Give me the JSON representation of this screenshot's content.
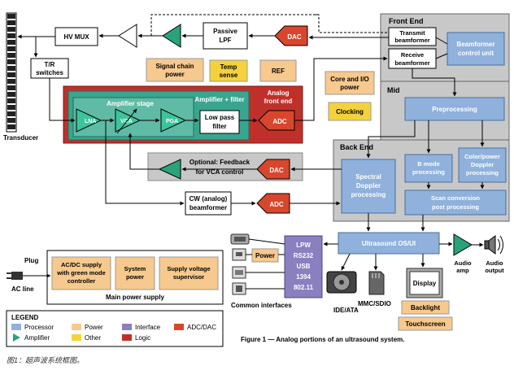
{
  "blocks": {
    "transducer": "Transducer",
    "hv_mux": "HV MUX",
    "tr_switches": [
      "T/R",
      "switches"
    ],
    "passive_lpf": [
      "Passive",
      "LPF"
    ],
    "dac_tx": "DAC",
    "signal_chain_power": [
      "Signal chain",
      "power"
    ],
    "temp_sense": [
      "Temp",
      "sense"
    ],
    "ref": "REF",
    "core_io_power": [
      "Core and I/O",
      "power"
    ],
    "clocking": "Clocking",
    "analog_front_end": [
      "Analog",
      "front end"
    ],
    "amplifier_stage": "Amplifier stage",
    "amplifier_filter": "Amplifier + filter",
    "lna": "LNA",
    "vca": "VCA",
    "pga": "PGA",
    "low_pass_filter": [
      "Low pass",
      "filter"
    ],
    "adc_afe": "ADC",
    "feedback": [
      "Optional: Feedback",
      "for VCA control"
    ],
    "dac_feedback": "DAC",
    "cw_beamformer": [
      "CW (analog)",
      "beamformer"
    ],
    "adc_cw": "ADC",
    "front_end": "Front End",
    "transmit_beamformer": [
      "Transmit",
      "beamformer"
    ],
    "receive_beamformer": [
      "Receive",
      "beamformer"
    ],
    "beamformer_control": [
      "Beamformer",
      "control unit"
    ],
    "mid": "Mid",
    "preprocessing": "Preprocessing",
    "back_end": "Back End",
    "b_mode": [
      "B mode",
      "processing"
    ],
    "color_doppler": [
      "Color/power",
      "Doppler",
      "processing"
    ],
    "spectral_doppler": [
      "Spectral",
      "Doppler",
      "processing"
    ],
    "scan_conversion": [
      "Scan conversion",
      "post processing"
    ],
    "ultrasound_os": "Ultrasound OS/UI",
    "audio_amp": [
      "Audio",
      "amp"
    ],
    "audio_output": [
      "Audio",
      "output"
    ],
    "plug": "Plug",
    "ac_line": "AC line",
    "acdc_supply": [
      "AC/DC supply",
      "with green mode",
      "controller"
    ],
    "system_power": [
      "System",
      "power"
    ],
    "supply_supervisor": [
      "Supply voltage",
      "supervisor"
    ],
    "main_power_supply": "Main power supply",
    "power": "Power",
    "interfaces": [
      "LPW",
      "RS232",
      "USB",
      "1394",
      "802.11"
    ],
    "common_interfaces": "Common interfaces",
    "ide_ata": "IDE/ATA",
    "mmc_sdio": "MMC/SDIO",
    "display": "Display",
    "backlight": "Backlight",
    "touchscreen": "Touchscreen"
  },
  "legend": {
    "title": "LEGEND",
    "items": [
      {
        "label": "Processor",
        "color": "#8fb1dc"
      },
      {
        "label": "Power",
        "color": "#f7c98e"
      },
      {
        "label": "Interface",
        "color": "#8a7fbf"
      },
      {
        "label": "ADC/DAC",
        "color": "#d8462d"
      },
      {
        "label": "Amplifier",
        "color": "#2aa37a"
      },
      {
        "label": "Other",
        "color": "#f5d23c"
      },
      {
        "label": "Logic",
        "color": "#c0302a"
      }
    ]
  },
  "figure_caption": "Figure 1 — Analog portions of an ultrasound system.",
  "chinese_caption": "图1：超声波系统框图。",
  "colors": {
    "processor": "#8fb1dc",
    "power": "#f7c98e",
    "interface": "#8a7fbf",
    "adc_dac": "#d8462d",
    "amplifier": "#2aa37a",
    "other": "#f5d23c",
    "logic": "#c0302a",
    "teal_panel": "#39a58f",
    "gray_region": "#c8c8c8"
  }
}
